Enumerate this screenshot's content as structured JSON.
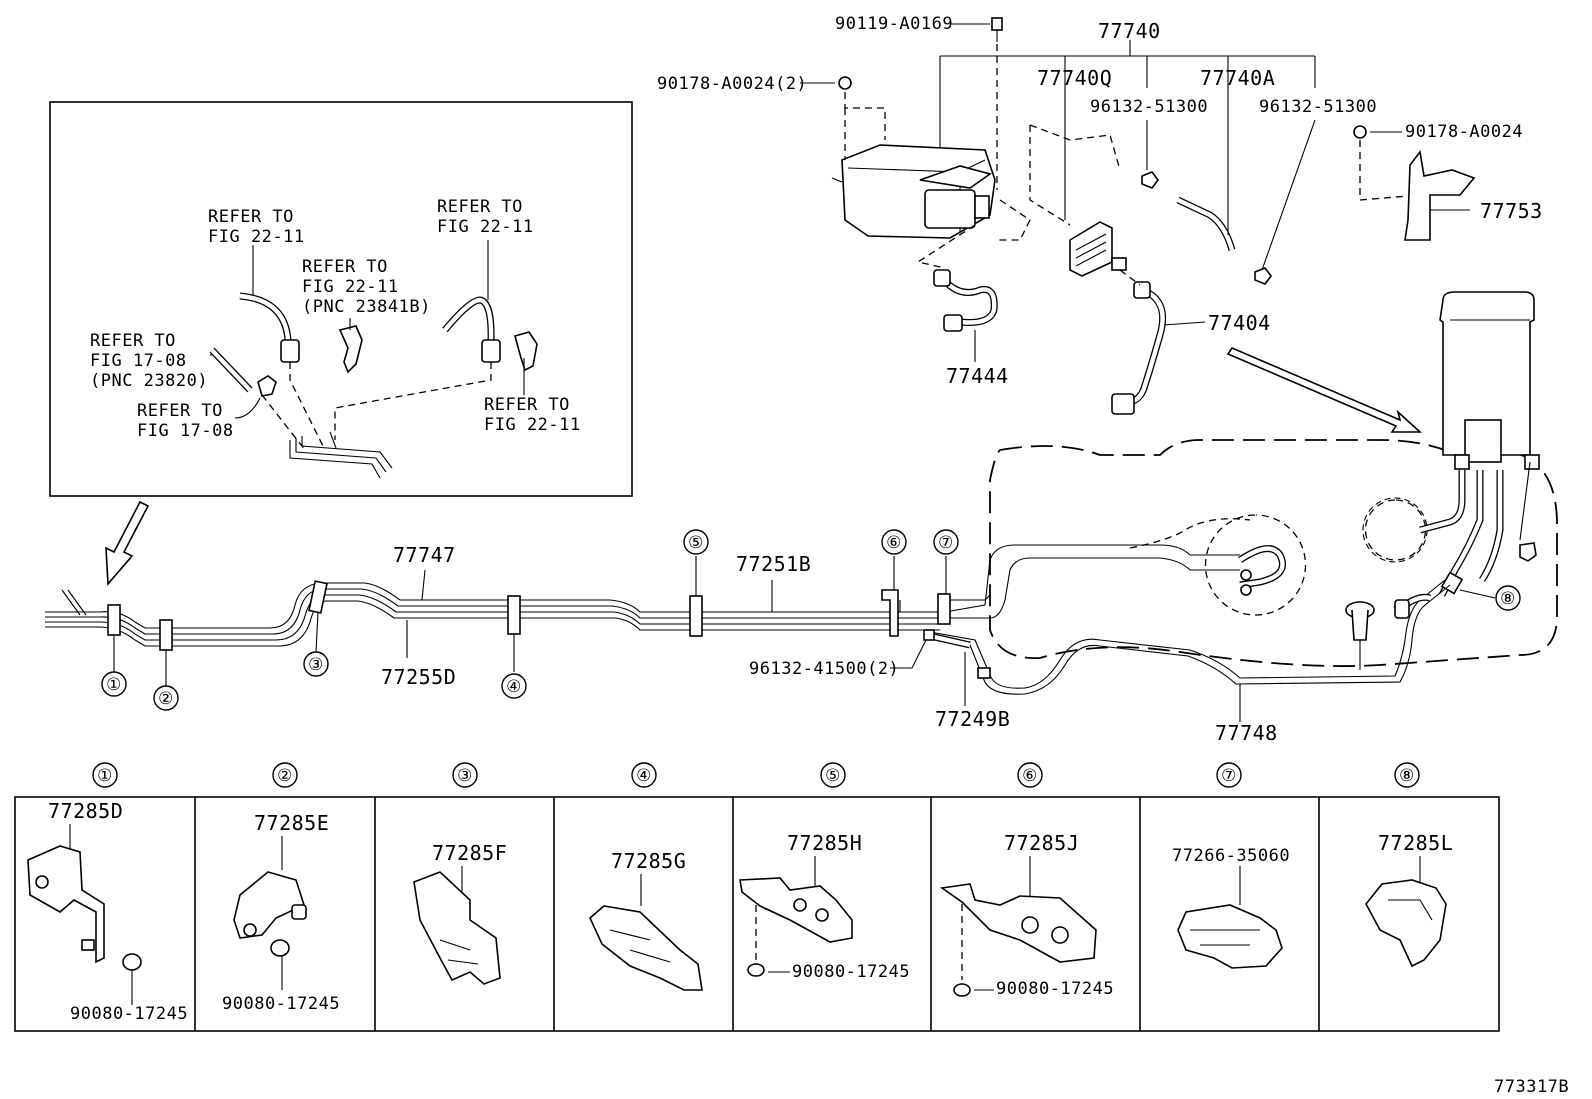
{
  "figure_code": "773317B",
  "inset": {
    "refs": [
      {
        "line1": "REFER TO",
        "line2": "FIG 22-11",
        "line3": ""
      },
      {
        "line1": "REFER TO",
        "line2": "FIG 22-11",
        "line3": "(PNC 23841B)"
      },
      {
        "line1": "REFER TO",
        "line2": "FIG 22-11",
        "line3": ""
      },
      {
        "line1": "REFER TO",
        "line2": "FIG 17-08",
        "line3": "(PNC 23820)"
      },
      {
        "line1": "REFER TO",
        "line2": "FIG 17-08",
        "line3": ""
      },
      {
        "line1": "REFER TO",
        "line2": "FIG 22-11",
        "line3": ""
      }
    ]
  },
  "parts": {
    "p90119": "90119-A0169",
    "p77740": "77740",
    "p90178_2": "90178-A0024(2)",
    "p77740Q": "77740Q",
    "p77740A": "77740A",
    "p96132_51300_a": "96132-51300",
    "p96132_51300_b": "96132-51300",
    "p90178": "90178-A0024",
    "p77753": "77753",
    "p77404": "77404",
    "p77444": "77444",
    "p77747": "77747",
    "p77251B": "77251B",
    "p77255D": "77255D",
    "p96132_41500": "96132-41500(2)",
    "p77249B": "77249B",
    "p77748": "77748"
  },
  "callouts": [
    "①",
    "②",
    "③",
    "④",
    "⑤",
    "⑥",
    "⑦",
    "⑧"
  ],
  "clamp_table": [
    {
      "num": "①",
      "part": "77285D",
      "sub": "90080-17245"
    },
    {
      "num": "②",
      "part": "77285E",
      "sub": "90080-17245"
    },
    {
      "num": "③",
      "part": "77285F",
      "sub": ""
    },
    {
      "num": "④",
      "part": "77285G",
      "sub": ""
    },
    {
      "num": "⑤",
      "part": "77285H",
      "sub": "90080-17245"
    },
    {
      "num": "⑥",
      "part": "77285J",
      "sub": "90080-17245"
    },
    {
      "num": "⑦",
      "part": "77266-35060",
      "sub": ""
    },
    {
      "num": "⑧",
      "part": "77285L",
      "sub": ""
    }
  ]
}
